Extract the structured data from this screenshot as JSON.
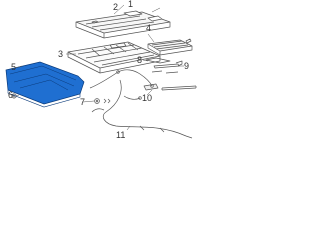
{
  "diagram": {
    "callouts": [
      "1",
      "2",
      "3",
      "4",
      "5",
      "6",
      "7",
      "8",
      "9",
      "10",
      "11"
    ],
    "colors": {
      "line": "#555555",
      "highlight_fill": "#1f6fd1",
      "highlight_outline": "#0a3a7a",
      "text": "#333333"
    }
  }
}
